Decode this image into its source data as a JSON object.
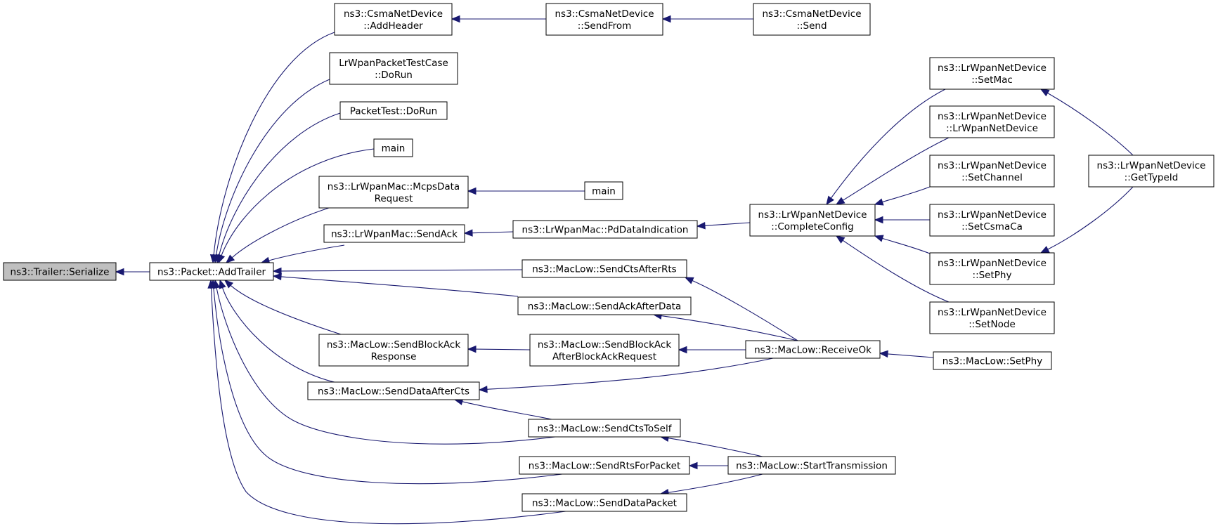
{
  "colors": {
    "edge": "#191970",
    "root_fill": "#bfbfbf",
    "node_fill": "#ffffff",
    "border": "#000000"
  },
  "nodes": [
    {
      "id": "trailer_serialize",
      "lines": [
        "ns3::Trailer::Serialize"
      ],
      "root": true
    },
    {
      "id": "packet_addtrailer",
      "lines": [
        "ns3::Packet::AddTrailer"
      ]
    },
    {
      "id": "csma_addheader",
      "lines": [
        "ns3::CsmaNetDevice",
        "::AddHeader"
      ]
    },
    {
      "id": "csma_sendfrom",
      "lines": [
        "ns3::CsmaNetDevice",
        "::SendFrom"
      ]
    },
    {
      "id": "csma_send",
      "lines": [
        "ns3::CsmaNetDevice",
        "::Send"
      ]
    },
    {
      "id": "lrwpanpackettestcase_dorun",
      "lines": [
        "LrWpanPacketTestCase",
        "::DoRun"
      ]
    },
    {
      "id": "packettest_dorun",
      "lines": [
        "PacketTest::DoRun"
      ]
    },
    {
      "id": "main1",
      "lines": [
        "main"
      ]
    },
    {
      "id": "lrwpanmac_mcpsdatarequest",
      "lines": [
        "ns3::LrWpanMac::McpsData",
        "Request"
      ]
    },
    {
      "id": "main2",
      "lines": [
        "main"
      ]
    },
    {
      "id": "lrwpanmac_sendack",
      "lines": [
        "ns3::LrWpanMac::SendAck"
      ]
    },
    {
      "id": "lrwpanmac_pddataindication",
      "lines": [
        "ns3::LrWpanMac::PdDataIndication"
      ]
    },
    {
      "id": "lrwpannetdevice_completeconfig",
      "lines": [
        "ns3::LrWpanNetDevice",
        "::CompleteConfig"
      ]
    },
    {
      "id": "lrwpannetdevice_setmac",
      "lines": [
        "ns3::LrWpanNetDevice",
        "::SetMac"
      ]
    },
    {
      "id": "lrwpannetdevice_ctor",
      "lines": [
        "ns3::LrWpanNetDevice",
        "::LrWpanNetDevice"
      ]
    },
    {
      "id": "lrwpannetdevice_setchannel",
      "lines": [
        "ns3::LrWpanNetDevice",
        "::SetChannel"
      ]
    },
    {
      "id": "lrwpannetdevice_setcsmaca",
      "lines": [
        "ns3::LrWpanNetDevice",
        "::SetCsmaCa"
      ]
    },
    {
      "id": "lrwpannetdevice_setphy",
      "lines": [
        "ns3::LrWpanNetDevice",
        "::SetPhy"
      ]
    },
    {
      "id": "lrwpannetdevice_setnode",
      "lines": [
        "ns3::LrWpanNetDevice",
        "::SetNode"
      ]
    },
    {
      "id": "lrwpannetdevice_gettypeid",
      "lines": [
        "ns3::LrWpanNetDevice",
        "::GetTypeId"
      ]
    },
    {
      "id": "maclow_sendctsafterrts",
      "lines": [
        "ns3::MacLow::SendCtsAfterRts"
      ]
    },
    {
      "id": "maclow_sendackafterdata",
      "lines": [
        "ns3::MacLow::SendAckAfterData"
      ]
    },
    {
      "id": "maclow_sendblockackresponse",
      "lines": [
        "ns3::MacLow::SendBlockAck",
        "Response"
      ]
    },
    {
      "id": "maclow_sendblockackafterblockackrequest",
      "lines": [
        "ns3::MacLow::SendBlockAck",
        "AfterBlockAckRequest"
      ]
    },
    {
      "id": "maclow_receiveok",
      "lines": [
        "ns3::MacLow::ReceiveOk"
      ]
    },
    {
      "id": "maclow_setphy",
      "lines": [
        "ns3::MacLow::SetPhy"
      ]
    },
    {
      "id": "maclow_senddataaftercts",
      "lines": [
        "ns3::MacLow::SendDataAfterCts"
      ]
    },
    {
      "id": "maclow_sendctstoself",
      "lines": [
        "ns3::MacLow::SendCtsToSelf"
      ]
    },
    {
      "id": "maclow_sendrtsforpacket",
      "lines": [
        "ns3::MacLow::SendRtsForPacket"
      ]
    },
    {
      "id": "maclow_starttransmission",
      "lines": [
        "ns3::MacLow::StartTransmission"
      ]
    },
    {
      "id": "maclow_senddatapacket",
      "lines": [
        "ns3::MacLow::SendDataPacket"
      ]
    }
  ],
  "edges": [
    {
      "from": "packet_addtrailer",
      "to": "trailer_serialize"
    },
    {
      "from": "csma_addheader",
      "to": "packet_addtrailer"
    },
    {
      "from": "csma_sendfrom",
      "to": "csma_addheader"
    },
    {
      "from": "csma_send",
      "to": "csma_sendfrom"
    },
    {
      "from": "lrwpanpackettestcase_dorun",
      "to": "packet_addtrailer"
    },
    {
      "from": "packettest_dorun",
      "to": "packet_addtrailer"
    },
    {
      "from": "main1",
      "to": "packet_addtrailer"
    },
    {
      "from": "lrwpanmac_mcpsdatarequest",
      "to": "packet_addtrailer"
    },
    {
      "from": "main2",
      "to": "lrwpanmac_mcpsdatarequest"
    },
    {
      "from": "lrwpanmac_sendack",
      "to": "packet_addtrailer"
    },
    {
      "from": "lrwpanmac_pddataindication",
      "to": "lrwpanmac_sendack"
    },
    {
      "from": "lrwpannetdevice_completeconfig",
      "to": "lrwpanmac_pddataindication"
    },
    {
      "from": "lrwpannetdevice_setmac",
      "to": "lrwpannetdevice_completeconfig"
    },
    {
      "from": "lrwpannetdevice_ctor",
      "to": "lrwpannetdevice_completeconfig"
    },
    {
      "from": "lrwpannetdevice_setchannel",
      "to": "lrwpannetdevice_completeconfig"
    },
    {
      "from": "lrwpannetdevice_setcsmaca",
      "to": "lrwpannetdevice_completeconfig"
    },
    {
      "from": "lrwpannetdevice_setphy",
      "to": "lrwpannetdevice_completeconfig"
    },
    {
      "from": "lrwpannetdevice_setnode",
      "to": "lrwpannetdevice_completeconfig"
    },
    {
      "from": "lrwpannetdevice_gettypeid",
      "to": "lrwpannetdevice_setmac"
    },
    {
      "from": "lrwpannetdevice_gettypeid",
      "to": "lrwpannetdevice_setphy"
    },
    {
      "from": "maclow_sendctsafterrts",
      "to": "packet_addtrailer"
    },
    {
      "from": "maclow_receiveok",
      "to": "maclow_sendctsafterrts"
    },
    {
      "from": "maclow_sendackafterdata",
      "to": "packet_addtrailer"
    },
    {
      "from": "maclow_receiveok",
      "to": "maclow_sendackafterdata"
    },
    {
      "from": "maclow_sendblockackresponse",
      "to": "packet_addtrailer"
    },
    {
      "from": "maclow_sendblockackafterblockackrequest",
      "to": "maclow_sendblockackresponse"
    },
    {
      "from": "maclow_receiveok",
      "to": "maclow_sendblockackafterblockackrequest"
    },
    {
      "from": "maclow_setphy",
      "to": "maclow_receiveok"
    },
    {
      "from": "maclow_senddataaftercts",
      "to": "packet_addtrailer"
    },
    {
      "from": "maclow_receiveok",
      "to": "maclow_senddataaftercts"
    },
    {
      "from": "maclow_sendctstoself",
      "to": "packet_addtrailer"
    },
    {
      "from": "maclow_sendctstoself",
      "to": "maclow_senddataaftercts"
    },
    {
      "from": "maclow_starttransmission",
      "to": "maclow_sendctstoself"
    },
    {
      "from": "maclow_sendrtsforpacket",
      "to": "packet_addtrailer"
    },
    {
      "from": "maclow_starttransmission",
      "to": "maclow_sendrtsforpacket"
    },
    {
      "from": "maclow_senddatapacket",
      "to": "packet_addtrailer"
    },
    {
      "from": "maclow_starttransmission",
      "to": "maclow_senddatapacket"
    }
  ]
}
